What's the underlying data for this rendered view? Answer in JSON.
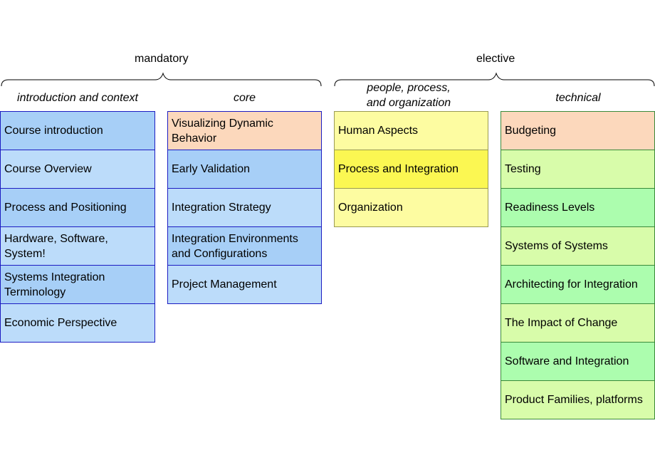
{
  "groups": {
    "mandatory": {
      "title": "mandatory",
      "columns": {
        "intro": {
          "header": "introduction and context",
          "items": [
            {
              "label": "Course introduction",
              "color": "#a7cff7"
            },
            {
              "label": "Course Overview",
              "color": "#bcdcfa"
            },
            {
              "label": "Process and Positioning",
              "color": "#a7cff7"
            },
            {
              "label": "Hardware, Software, System!",
              "color": "#bcdcfa"
            },
            {
              "label": "Systems Integration Terminology",
              "color": "#a7cff7"
            },
            {
              "label": "Economic Perspective",
              "color": "#bcdcfa"
            }
          ]
        },
        "core": {
          "header": "core",
          "items": [
            {
              "label": "Visualizing Dynamic Behavior",
              "color": "#fcd8bc"
            },
            {
              "label": "Early Validation",
              "color": "#a7cff7"
            },
            {
              "label": "Integration Strategy",
              "color": "#bcdcfa"
            },
            {
              "label": "Integration Environments and Configurations",
              "color": "#a7cff7"
            },
            {
              "label": "Project Management",
              "color": "#bcdcfa"
            }
          ]
        }
      }
    },
    "elective": {
      "title": "elective",
      "columns": {
        "people": {
          "header": "people, process,\nand organization",
          "items": [
            {
              "label": "Human Aspects",
              "color": "#fdfca1"
            },
            {
              "label": "Process and Integration",
              "color": "#fbf752"
            },
            {
              "label": "Organization",
              "color": "#fdfca1"
            }
          ]
        },
        "technical": {
          "header": "technical",
          "items": [
            {
              "label": "Budgeting",
              "color": "#fcd8bc"
            },
            {
              "label": "Testing",
              "color": "#d8fcaa"
            },
            {
              "label": "Readiness Levels",
              "color": "#acfdae"
            },
            {
              "label": "Systems of Systems",
              "color": "#d8fcaa"
            },
            {
              "label": "Architecting for Integration",
              "color": "#acfdae"
            },
            {
              "label": "The Impact of Change",
              "color": "#d8fcaa"
            },
            {
              "label": "Software and Integration",
              "color": "#acfdae"
            },
            {
              "label": "Product Families, platforms",
              "color": "#d8fcaa"
            }
          ]
        }
      }
    }
  },
  "colors": {
    "intro_border": "#1c1cc2",
    "core_border": "#1c1cc2",
    "people_border": "#9a9a52",
    "technical_border": "#3a8a3a",
    "brace": "#000000"
  }
}
